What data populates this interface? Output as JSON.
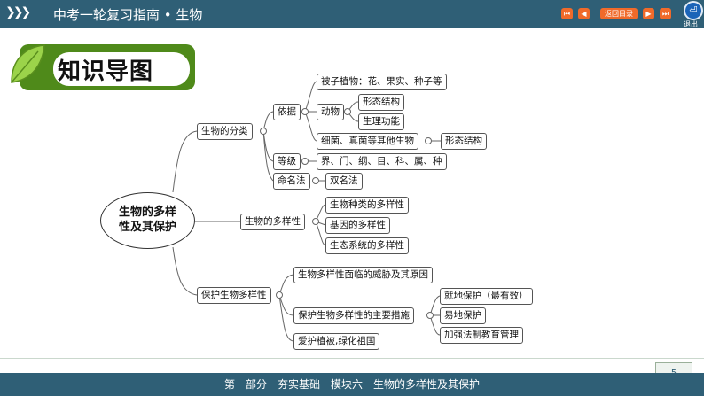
{
  "header": {
    "title": "中考一轮复习指南 • 生物",
    "nav": [
      "⏮",
      "◀",
      "▶",
      "⏭"
    ],
    "back_label": "返回目录",
    "exit_label": "退出"
  },
  "badge": {
    "label": "知识导图"
  },
  "mindmap": {
    "root": [
      "生物的多样",
      "性及其保护"
    ],
    "branch1": "生物的分类",
    "yiju": "依据",
    "yiju_plants": "被子植物：花、果实、种子等",
    "yiju_animals": "动物",
    "animals_form": "形态结构",
    "animals_func": "生理功能",
    "yiju_micro": "细菌、真菌等其他生物",
    "micro_form": "形态结构",
    "dengji": "等级",
    "dengji_list": "界、门、纲、目、科、属、种",
    "mingming": "命名法",
    "shuangming": "双名法",
    "branch2": "生物的多样性",
    "div_species": "生物种类的多样性",
    "div_gene": "基因的多样性",
    "div_eco": "生态系统的多样性",
    "branch3": "保护生物多样性",
    "threat": "生物多样性面临的威胁及其原因",
    "measures": "保护生物多样性的主要措施",
    "m_insitu": "就地保护（最有效）",
    "m_exsitu": "易地保护",
    "m_law": "加强法制教育管理",
    "love": "爱护植被,绿化祖国"
  },
  "footer": {
    "text": "第一部分　夯实基础　模块六　生物的多样性及其保护",
    "page": "5"
  }
}
